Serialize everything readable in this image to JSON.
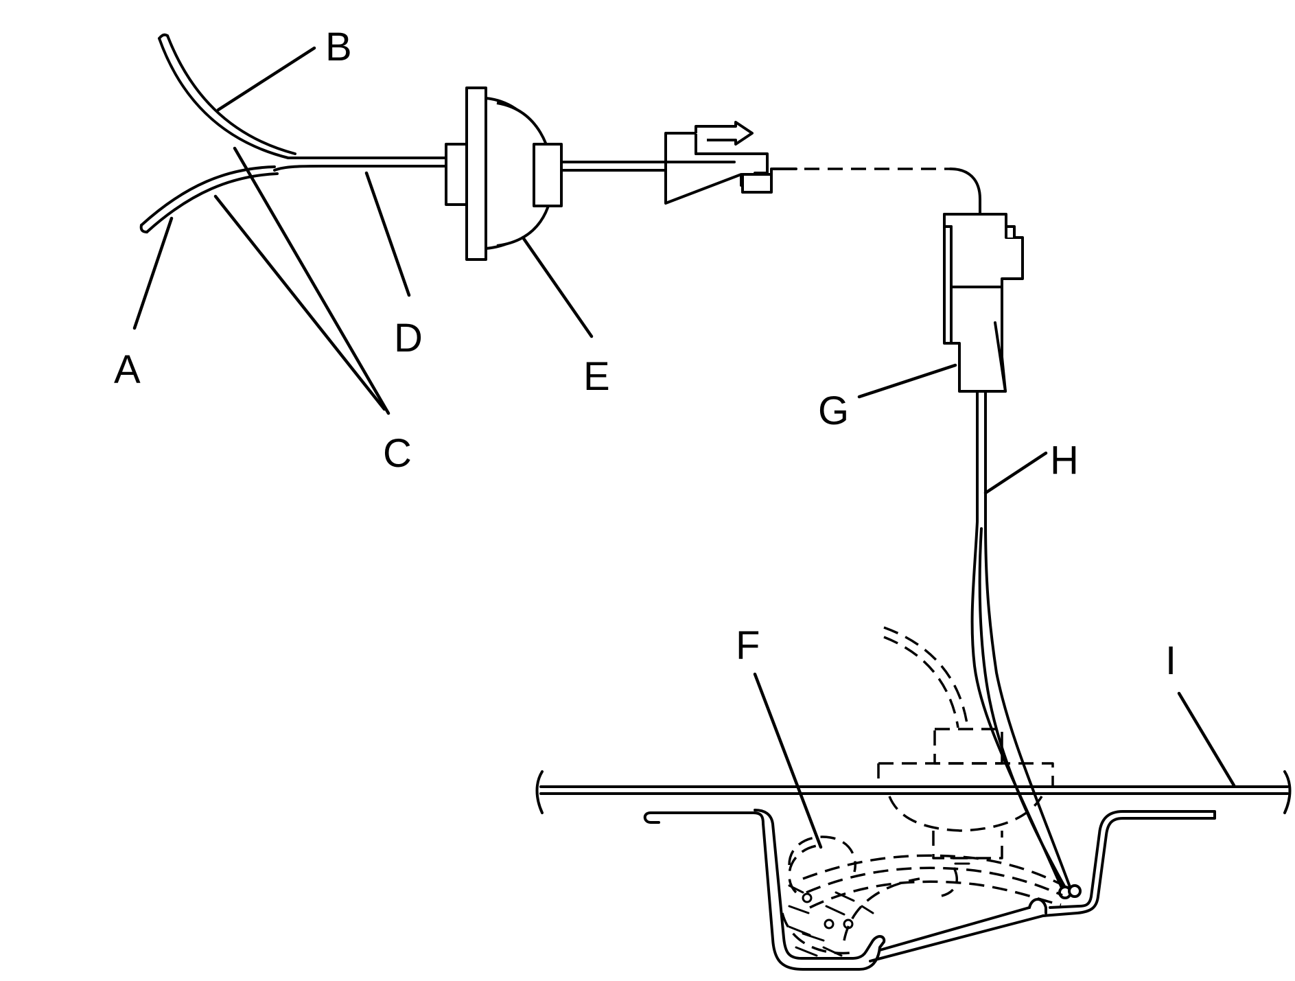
{
  "labels": {
    "a": "A",
    "b": "B",
    "c": "C",
    "d": "D",
    "e": "E",
    "f": "F",
    "g": "G",
    "h": "H",
    "i": "I"
  },
  "colors": {
    "line": "#000000",
    "background": "#ffffff"
  }
}
